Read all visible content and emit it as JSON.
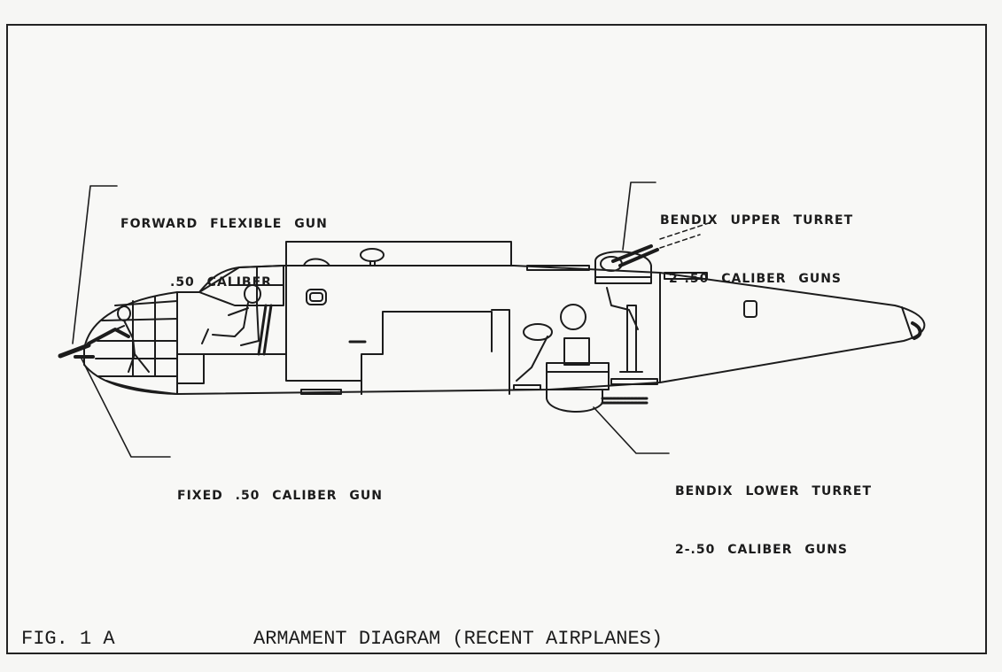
{
  "figure": {
    "number_label": "FIG. 1 A",
    "title": "ARMAMENT DIAGRAM (RECENT AIRPLANES)"
  },
  "callouts": {
    "forward_flexible_gun": {
      "line1": "FORWARD FLEXIBLE GUN",
      "line2": ".50 CALIBER"
    },
    "upper_turret": {
      "line1": "BENDIX UPPER TURRET",
      "line2": "2-.50 CALIBER GUNS"
    },
    "fixed_gun": {
      "line1": "FIXED .50 CALIBER GUN"
    },
    "lower_turret": {
      "line1": "BENDIX LOWER TURRET",
      "line2": "2-.50 CALIBER GUNS"
    }
  },
  "colors": {
    "ink": "#1c1c1c",
    "paper": "#f8f8f6"
  }
}
